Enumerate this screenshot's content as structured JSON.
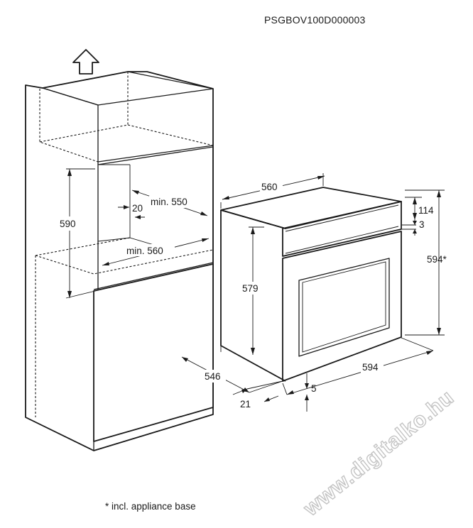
{
  "document_code": "PSGBOV100D000003",
  "footnote": "* incl. appliance base",
  "watermark": "www.digitalko.hu",
  "dimensions": {
    "niche_height": "590",
    "niche_depth": "min. 550",
    "niche_width": "min. 560",
    "ventilation_gap": "20",
    "oven_width_top": "560",
    "oven_height": "579",
    "oven_depth": "546",
    "front_offset": "21",
    "front_width": "594",
    "front_height": "594*",
    "control_panel_height": "114",
    "panel_offset": "3",
    "bottom_gap": "5"
  }
}
